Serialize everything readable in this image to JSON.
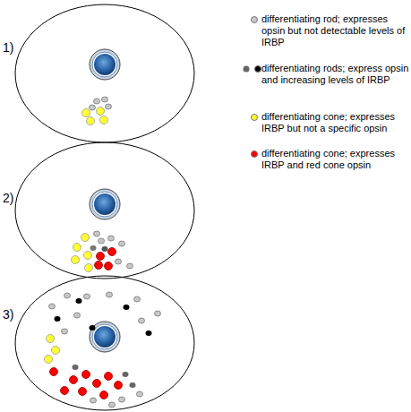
{
  "diagram": {
    "labels": [
      "1)",
      "2)",
      "3)"
    ],
    "legend": [
      {
        "text": "differentiating rod; expresses opsin but not detectable levels of IRBP",
        "color": "#c8c8c8"
      },
      {
        "text": "differentiating rods; express opsin and increasing levels of IRBP",
        "color": "#000000"
      },
      {
        "text": "differentiating cone; expresses IRBP but not a specific opsin",
        "color": "#ffff33"
      },
      {
        "text": "differentiating cone; expresses IRBP and red cone opsin",
        "color": "#ff0000"
      }
    ]
  }
}
